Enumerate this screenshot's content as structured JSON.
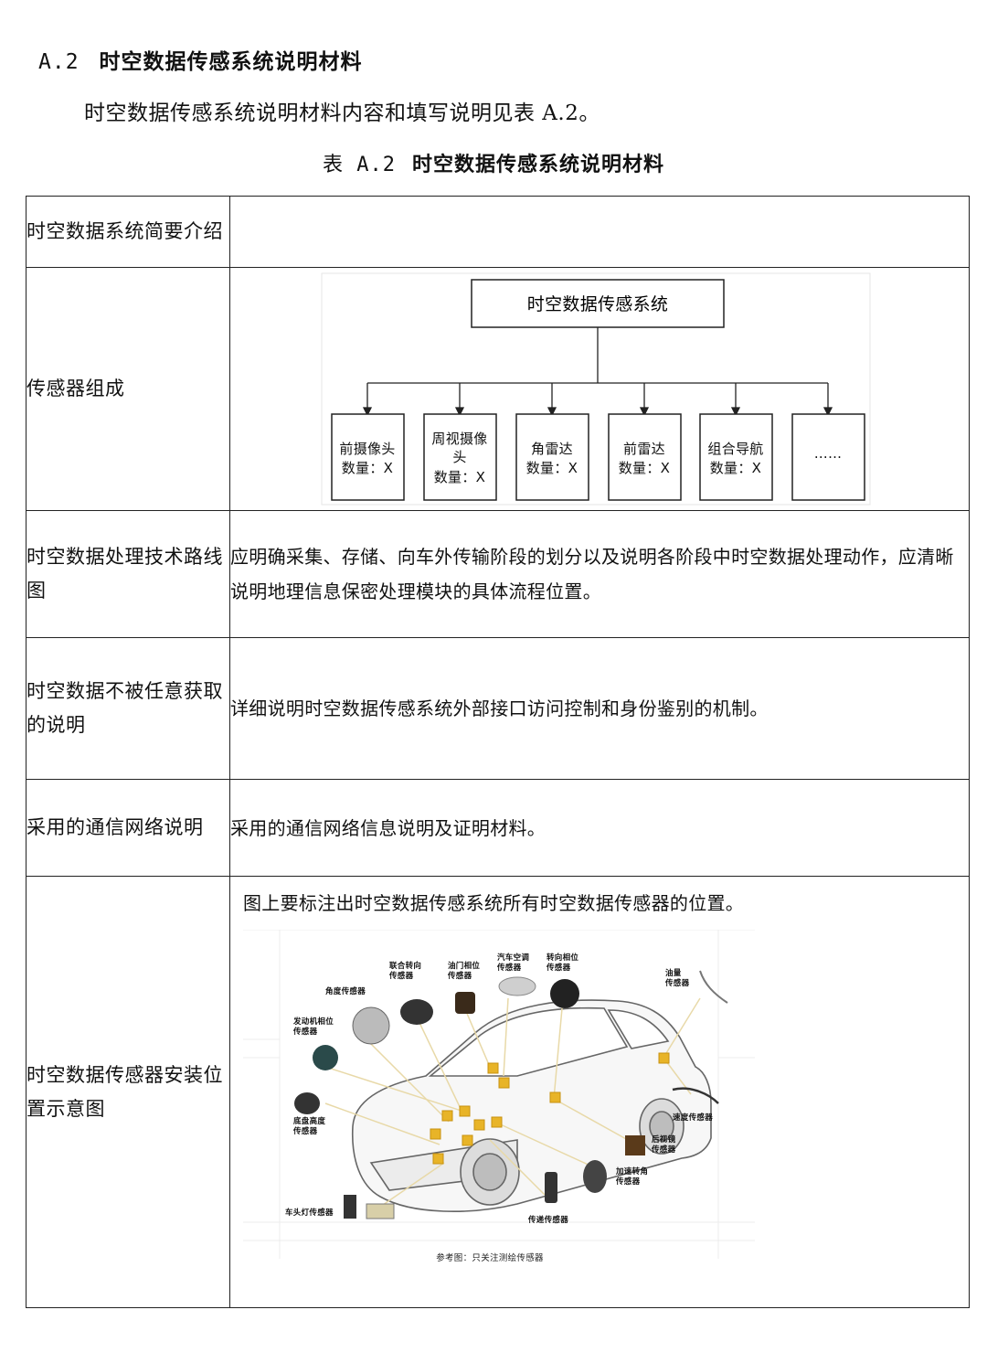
{
  "section": {
    "number": "A.2",
    "title": "时空数据传感系统说明材料"
  },
  "intro": "时空数据传感系统说明材料内容和填写说明见表 A.2。",
  "table_title": {
    "number": "表 A.2",
    "text": "时空数据传感系统说明材料"
  },
  "rows": [
    {
      "label": "时空数据系统简要介绍",
      "content": ""
    },
    {
      "label": "传感器组成"
    },
    {
      "label": "时空数据处理技术路线图",
      "content": "应明确采集、存储、向车外传输阶段的划分以及说明各阶段中时空数据处理动作，应清晰说明地理信息保密处理模块的具体流程位置。"
    },
    {
      "label": "时空数据不被任意获取的说明",
      "content": "详细说明时空数据传感系统外部接口访问控制和身份鉴别的机制。"
    },
    {
      "label": "采用的通信网络说明",
      "content": "采用的通信网络信息说明及证明材料。"
    },
    {
      "label": "时空数据传感器安装位置示意图",
      "content": "图上要标注出时空数据传感系统所有时空数据传感器的位置。"
    }
  ],
  "diagram": {
    "root": "时空数据传感系统",
    "children": [
      {
        "name": "前摄像头",
        "count": "数量：X"
      },
      {
        "name_line1": "周视摄像",
        "name_line2": "头",
        "count": "数量：X"
      },
      {
        "name": "角雷达",
        "count": "数量：X"
      },
      {
        "name": "前雷达",
        "count": "数量：X"
      },
      {
        "name": "组合导航",
        "count": "数量：X"
      },
      {
        "name": "……"
      }
    ]
  },
  "car_figure": {
    "labels": {
      "joint_turn": [
        "联合转向",
        "传感器"
      ],
      "throttle": [
        "油门相位",
        "传感器"
      ],
      "ac": [
        "汽车空调",
        "传感器"
      ],
      "steering_phase": [
        "转向相位",
        "传感器"
      ],
      "oil": [
        "油量",
        "传感器"
      ],
      "angle": [
        "角度传感器"
      ],
      "engine_phase": [
        "发动机相位",
        "传感器"
      ],
      "speed": [
        "速度传感器"
      ],
      "mirror": [
        "后视镜",
        "传感器"
      ],
      "chassis_height": [
        "底盘高度",
        "传感器"
      ],
      "accel_turn": [
        "加速转角",
        "传感器"
      ],
      "headlight": [
        "车头灯传感器"
      ],
      "transmission": [
        "传递传感器"
      ]
    },
    "caption": "参考图：只关注测绘传感器"
  }
}
